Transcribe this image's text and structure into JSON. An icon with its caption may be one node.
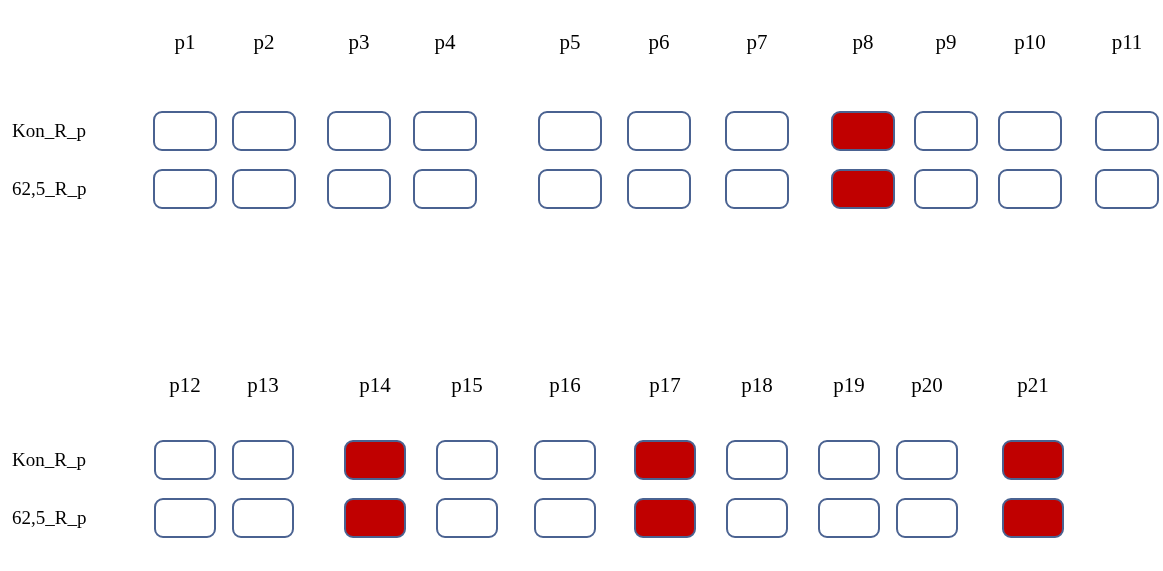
{
  "diagram": {
    "nodes": [
      {
        "text": [],
        "shape": "box"
      },
      {
        "text": [],
        "shape": "box"
      },
      {
        "text": [],
        "shape": "box"
      },
      {
        "text": [],
        "shape": "box"
      },
      {
        "text": [],
        "shape": "box"
      },
      {
        "text": [],
        "shape": "box"
      },
      {
        "text": [],
        "shape": "box"
      },
      {
        "text": [],
        "shape": "block"
      },
      {
        "text": [],
        "shape": "box"
      },
      {
        "text": [],
        "shape": "box"
      },
      {
        "text": [],
        "shape": "box"
      },
      {
        "text": [],
        "shape": "box"
      },
      {
        "text": [],
        "shape": "box"
      },
      {
        "text": [],
        "shape": "box"
      },
      {
        "text": [],
        "shape": "box"
      },
      {
        "text": [],
        "shape": "box"
      },
      {
        "text": [],
        "shape": "box"
      },
      {
        "text": [],
        "shape": "box"
      },
      {
        "text": [],
        "shape": "block"
      },
      {
        "text": [],
        "shape": "box"
      },
      {
        "text": [],
        "shape": "box"
      },
      {
        "text": [],
        "shape": "box"
      },
      {
        "text": [],
        "shape": "box"
      },
      {
        "text": [],
        "shape": "box"
      },
      {
        "text": [],
        "shape": "block"
      },
      {
        "text": [],
        "shape": "box"
      },
      {
        "text": [],
        "shape": "box"
      },
      {
        "text": [],
        "shape": "block"
      },
      {
        "text": [],
        "shape": "box"
      },
      {
        "text": [],
        "shape": "box"
      },
      {
        "text": [],
        "shape": "box"
      },
      {
        "text": [],
        "shape": "block"
      },
      {
        "text": [],
        "shape": "box"
      },
      {
        "text": [],
        "shape": "box"
      },
      {
        "text": [],
        "shape": "block"
      },
      {
        "text": [],
        "shape": "box"
      },
      {
        "text": [],
        "shape": "box"
      },
      {
        "text": [],
        "shape": "block"
      },
      {
        "text": [],
        "shape": "box"
      },
      {
        "text": [],
        "shape": "box"
      },
      {
        "text": [],
        "shape": "box"
      },
      {
        "text": [],
        "shape": "block"
      }
    ],
    "labels": [
      "p1",
      "p2",
      "p3",
      "p4",
      "p5",
      "p6",
      "p7",
      "p8",
      "p9",
      "p10",
      "p11",
      "Kon_R_p",
      "62,5_R_p",
      "p12",
      "p13",
      "p14",
      "p15",
      "p16",
      "p17",
      "p18",
      "p19",
      "p20",
      "p21",
      "Kon_R_p",
      "62,5_R_p"
    ]
  }
}
